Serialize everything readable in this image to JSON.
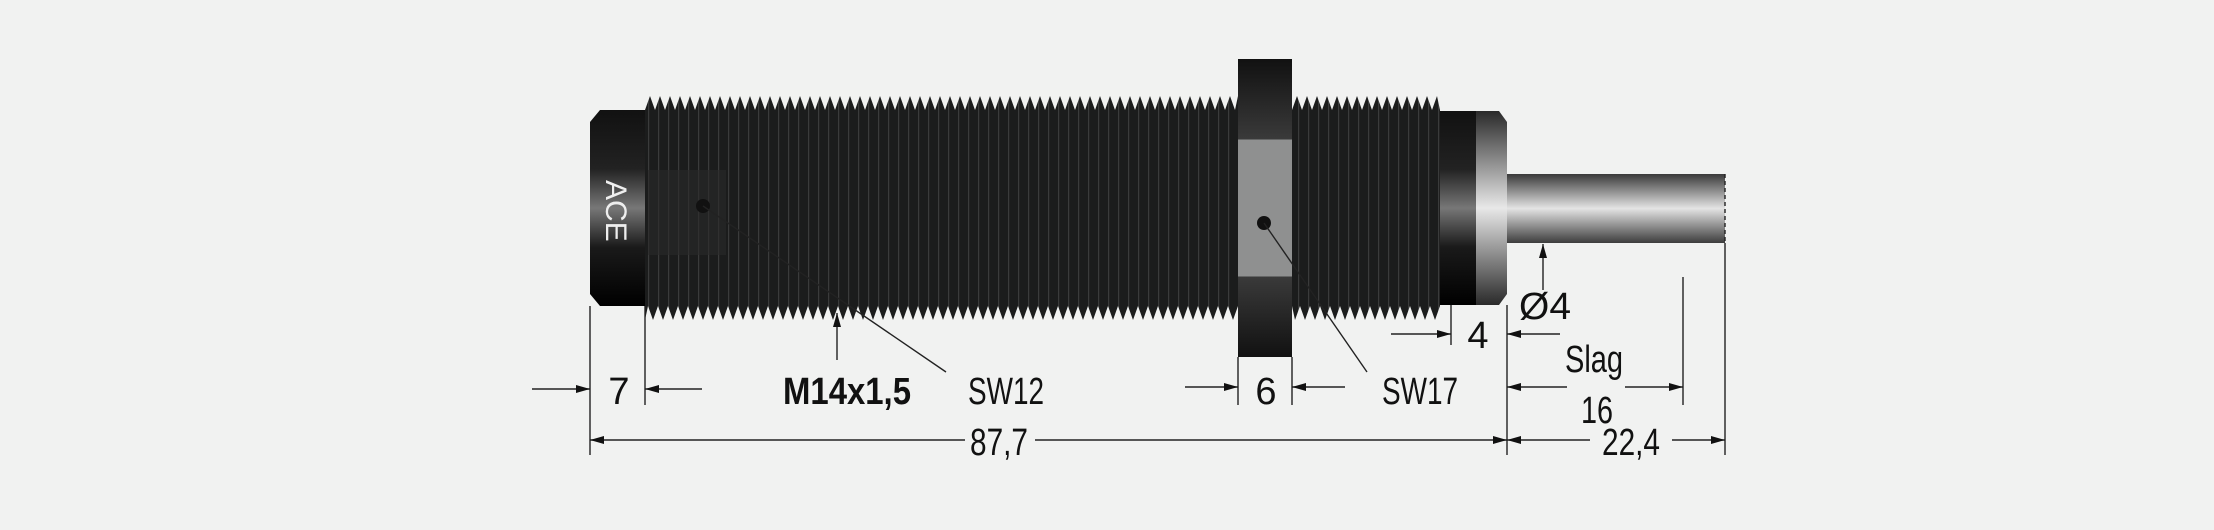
{
  "drawing": {
    "brand": "ACE",
    "thread": "M14x1,5",
    "wrench_small": "SW12",
    "wrench_nut": "SW17",
    "dim_cap": "7",
    "dim_nut": "6",
    "dim_end": "4",
    "dim_rod": "Ø4",
    "stroke_label": "Slag",
    "stroke_value": "16",
    "overall_length": "87,7",
    "rod_extension": "22,4"
  },
  "colors": {
    "background": "#f1f2f1",
    "body": "#1b1c1c",
    "nut_flat": "#8e8f8f",
    "lines": "#222222"
  }
}
